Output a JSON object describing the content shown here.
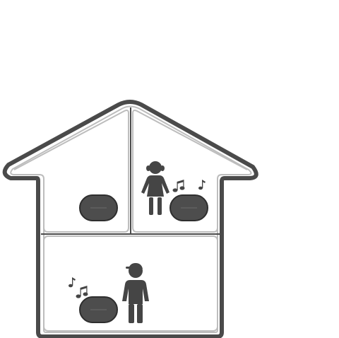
{
  "colors": {
    "house_outline": "#4a4a4a",
    "room_line": "#bdbdbd",
    "speaker_fill": "#4d4d4d",
    "speaker_stroke": "#2e2e2e",
    "figure": "#454545",
    "background": "#ffffff"
  },
  "rooms": [
    {
      "name": "upper-left-room",
      "speaker": "speaker",
      "occupant": "",
      "music_playing": false
    },
    {
      "name": "upper-right-room",
      "speaker": "speaker",
      "occupant": "girl",
      "music_playing": true
    },
    {
      "name": "ground-floor-room",
      "speaker": "speaker",
      "occupant": "boy-with-cap",
      "music_playing": true
    }
  ],
  "icons": {
    "note": "music-note-icon",
    "speaker": "speaker-icon",
    "girl": "girl-icon",
    "boy": "boy-icon"
  }
}
